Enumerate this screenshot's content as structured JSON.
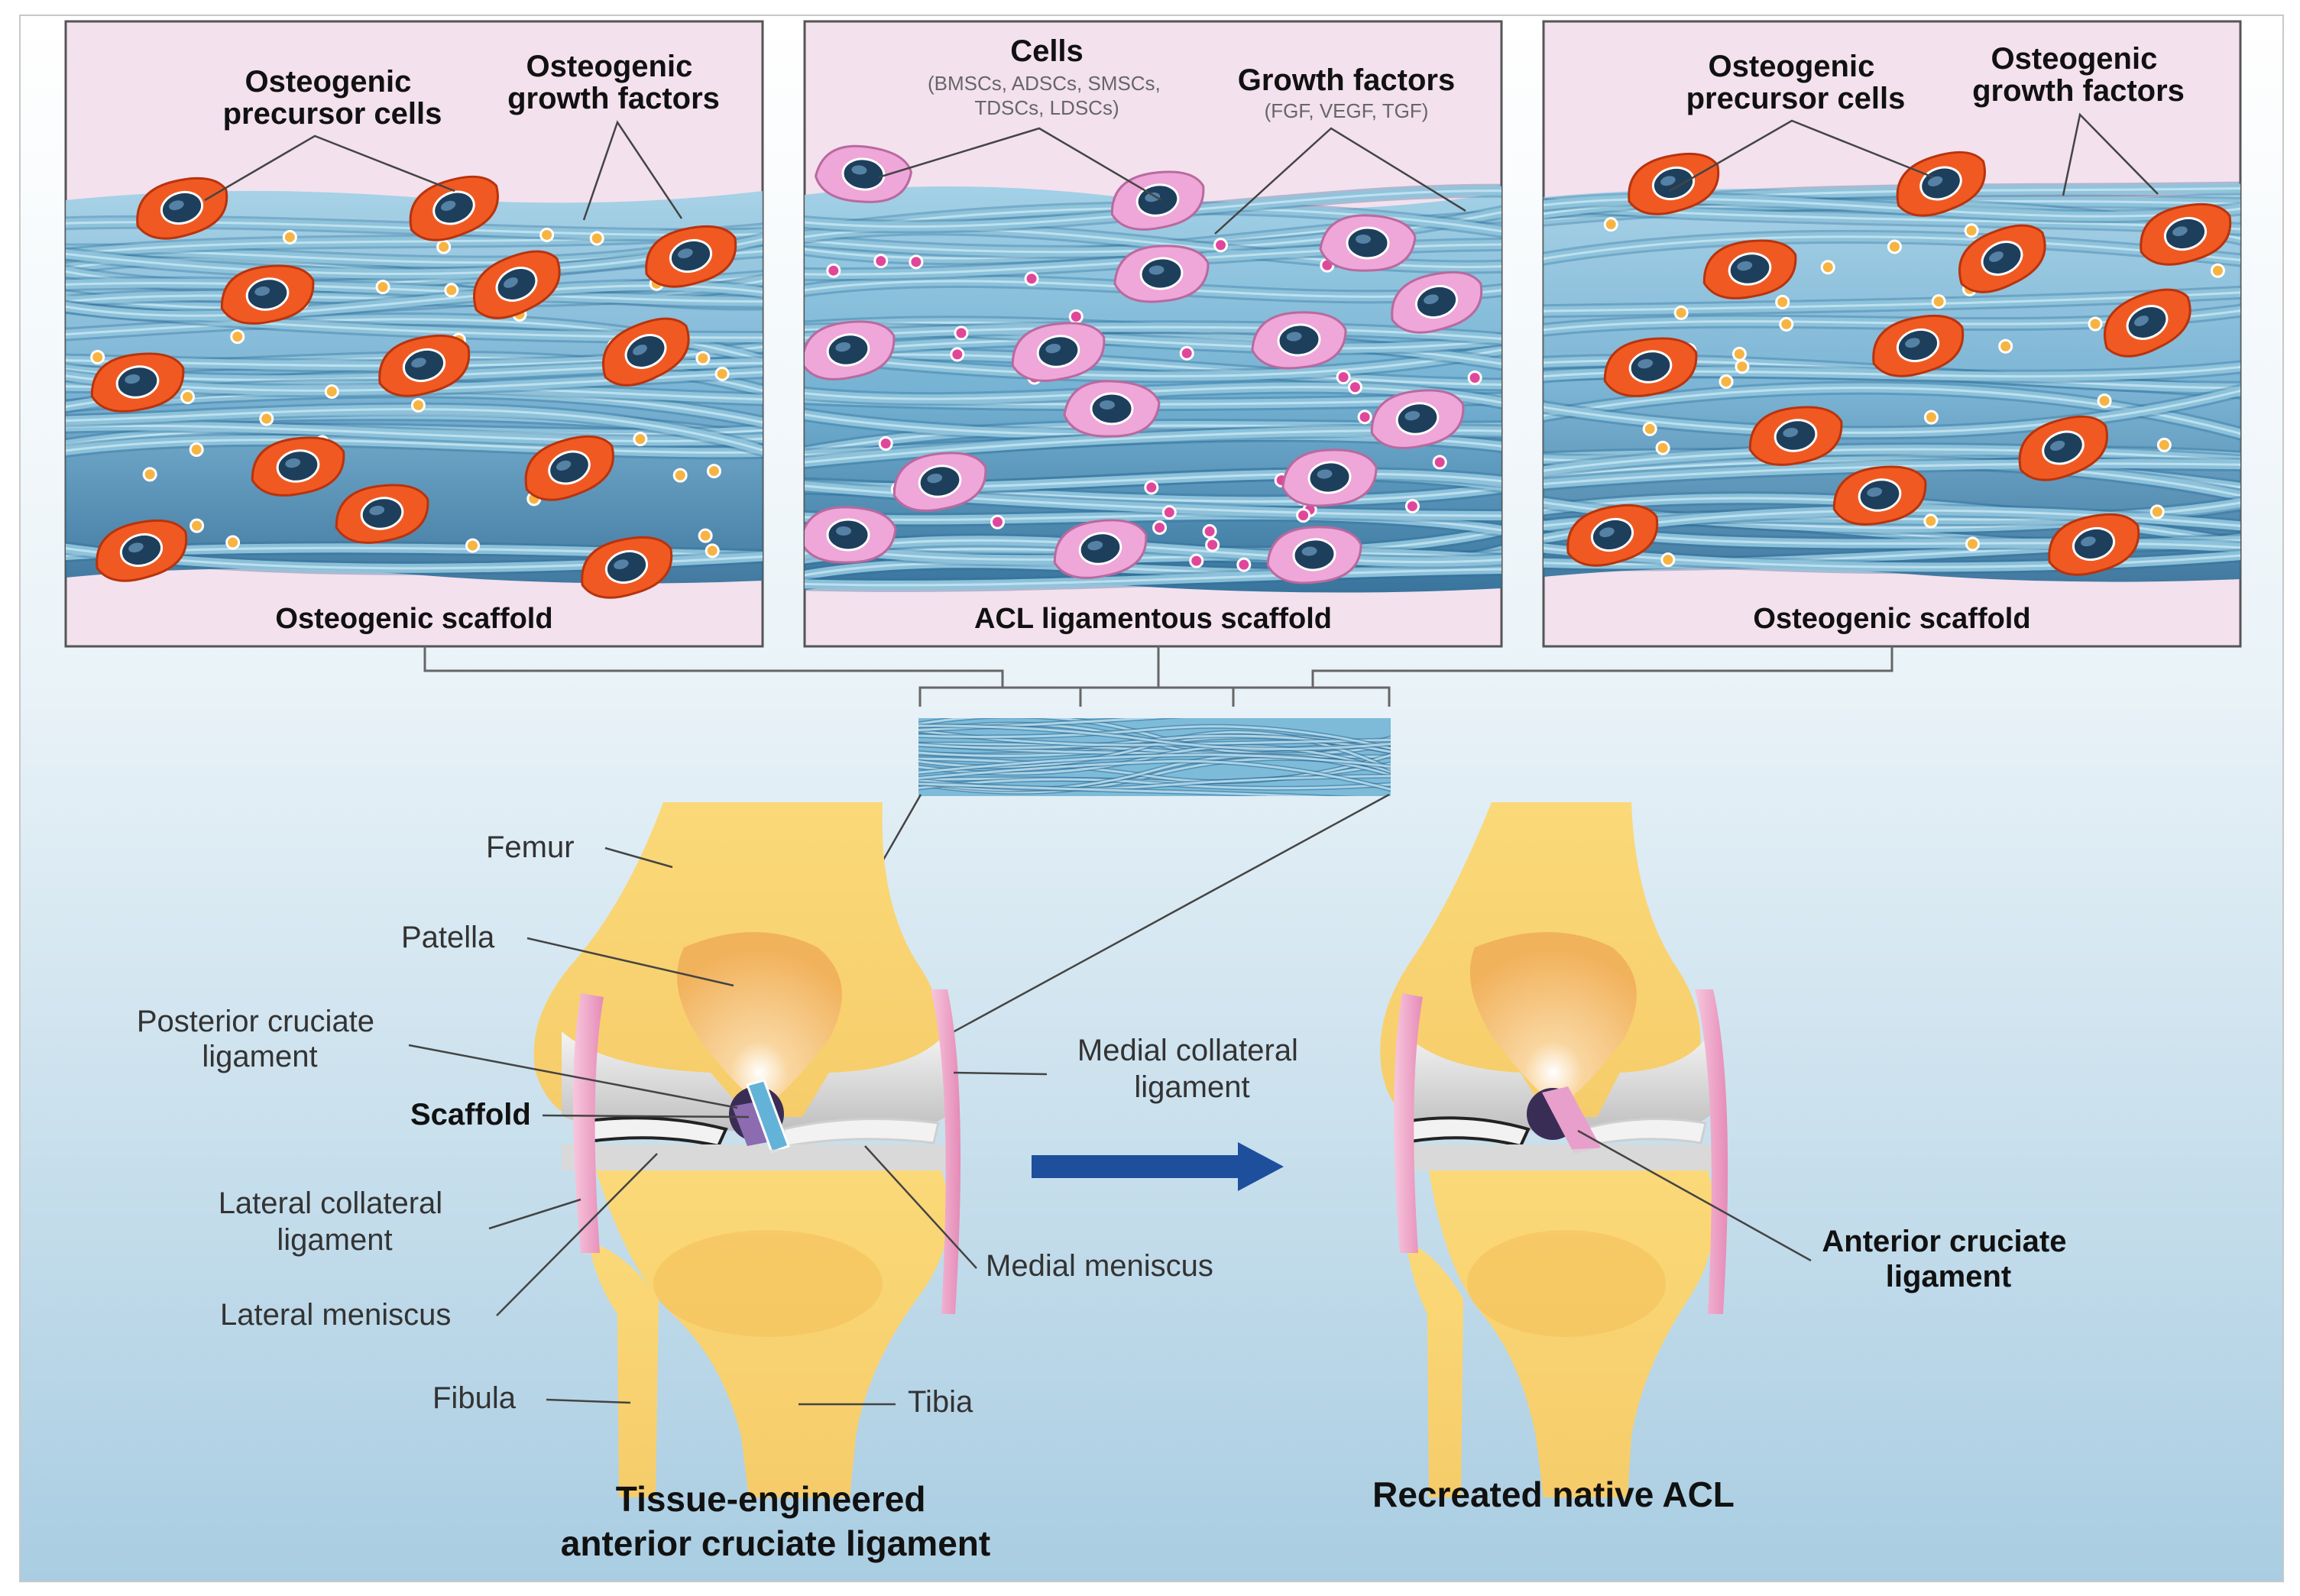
{
  "colors": {
    "panel_bg": "#f3e1ee",
    "fiber": "#8fc4dc",
    "fiber_dark": "#2f6e98",
    "osteo_cell": "#f05a22",
    "stem_cell": "#efa6d8",
    "nucleus": "#1d3f5c",
    "growth_factor_osteo": "#f6b443",
    "growth_factor_lig": "#e0479a",
    "bone": "#fbd978",
    "bone_shade": "#f2b14c",
    "arrow": "#1d4f9d",
    "background_bottom": "#a9cde2"
  },
  "panels": [
    {
      "id": "left",
      "title": "Osteogenic scaffold",
      "labels": [
        {
          "lines": [
            "Osteogenic",
            "precursor cells"
          ]
        },
        {
          "lines": [
            "Osteogenic",
            "growth factors"
          ]
        }
      ]
    },
    {
      "id": "middle",
      "title": "ACL ligamentous scaffold",
      "labels": [
        {
          "lines": [
            "Cells"
          ],
          "sub": [
            "(BMSCs, ADSCs, SMSCs,",
            "TDSCs, LDSCs)"
          ]
        },
        {
          "lines": [
            "Growth factors"
          ],
          "sub": [
            "(FGF, VEGF, TGF)"
          ]
        }
      ]
    },
    {
      "id": "right",
      "title": "Osteogenic scaffold",
      "labels": [
        {
          "lines": [
            "Osteogenic",
            "precursor cells"
          ]
        },
        {
          "lines": [
            "Osteogenic",
            "growth factors"
          ]
        }
      ]
    }
  ],
  "knee_labels": {
    "femur": [
      "Femur"
    ],
    "patella": [
      "Patella"
    ],
    "pcl": [
      "Posterior cruciate",
      "ligament"
    ],
    "scaffold": [
      "Scaffold"
    ],
    "lcl": [
      "Lateral collateral",
      "ligament"
    ],
    "lateral_meniscus": [
      "Lateral meniscus"
    ],
    "fibula": [
      "Fibula"
    ],
    "tibia": [
      "Tibia"
    ],
    "mcl": [
      "Medial collateral",
      "ligament"
    ],
    "medial_meniscus": [
      "Medial meniscus"
    ],
    "acl": [
      "Anterior cruciate",
      "ligament"
    ]
  },
  "captions": {
    "left": [
      "Tissue-engineered",
      "anterior cruciate ligament"
    ],
    "right": [
      "Recreated native ACL"
    ]
  }
}
